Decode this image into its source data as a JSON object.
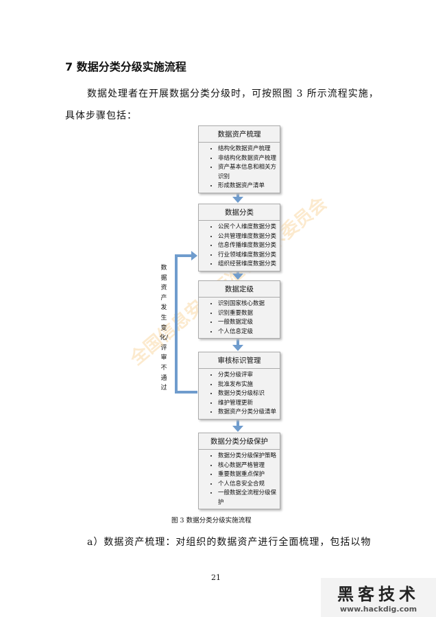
{
  "heading": "7  数据分类分级实施流程",
  "para1_line1": "数据处理者在开展数据分类分级时，可按照图 3 所示流程实施，",
  "para1_line2": "具体步骤包括：",
  "flow": [
    {
      "title": "数据资产梳理",
      "items": [
        "结构化数据资产梳理",
        "非结构化数据资产梳理",
        "资产基本信息和相关方识别",
        "形成数据资产清单"
      ]
    },
    {
      "title": "数据分类",
      "items": [
        "公民个人维度数据分类",
        "公共管理维度数据分类",
        "信息传播维度数据分类",
        "行业领域维度数据分类",
        "组织经营维度数据分类"
      ]
    },
    {
      "title": "数据定级",
      "items": [
        "识别国家核心数据",
        "识别重要数据",
        "一般数据定级",
        "个人信息定级"
      ]
    },
    {
      "title": "审核标识管理",
      "items": [
        "分类分级评审",
        "批准发布实施",
        "数据分类分级标识",
        "维护管理更新",
        "数据资产分类分级清单"
      ]
    },
    {
      "title": "数据分类分级保护",
      "items": [
        "数据分类分级保护策略",
        "核心数据严格管理",
        "重要数据重点保护",
        "个人信息安全合规",
        "一般数据全流程分级保护"
      ]
    }
  ],
  "feedback_label": "数据资产发生变化/评审不通过",
  "caption": "图 3  数据分类分级实施流程",
  "para2": "a）数据资产梳理：对组织的数据资产进行全面梳理，包括以物",
  "page_number": "21",
  "stamp_text": "全国信息安全标准化技术委员会",
  "watermark": {
    "title": "黑客技术",
    "url": "www.hackdig.com"
  },
  "colors": {
    "arrow": "#6f9ccd"
  }
}
